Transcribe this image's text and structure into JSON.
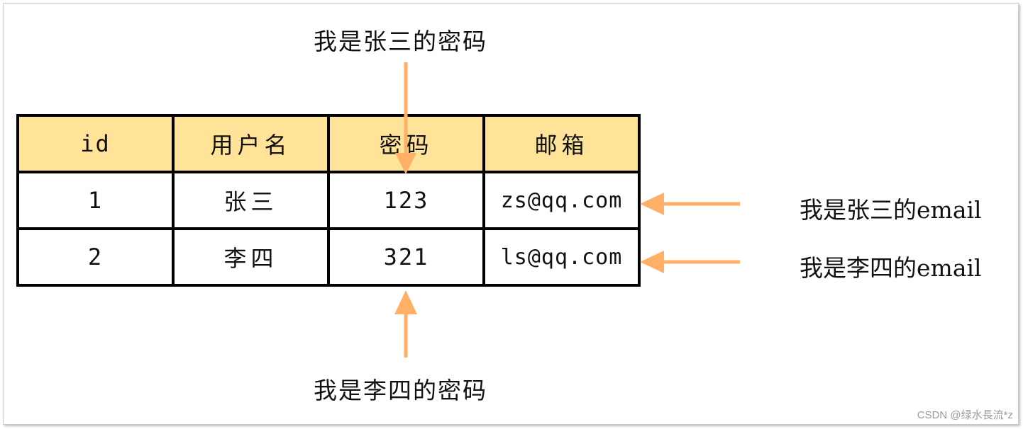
{
  "table": {
    "headers": [
      "id",
      "用户名",
      "密码",
      "邮箱"
    ],
    "rows": [
      [
        "1",
        "张三",
        "123",
        "zs@qq.com"
      ],
      [
        "2",
        "李四",
        "321",
        "ls@qq.com"
      ]
    ]
  },
  "annotations": {
    "top": "我是张三的密码",
    "bottom": "我是李四的密码",
    "right_row1": "我是张三的email",
    "right_row2": "我是李四的email"
  },
  "watermark": "CSDN @绿水長流*z",
  "colors": {
    "header_fill": "#ffe399",
    "arrow": "#ffb066",
    "border": "#000000"
  }
}
